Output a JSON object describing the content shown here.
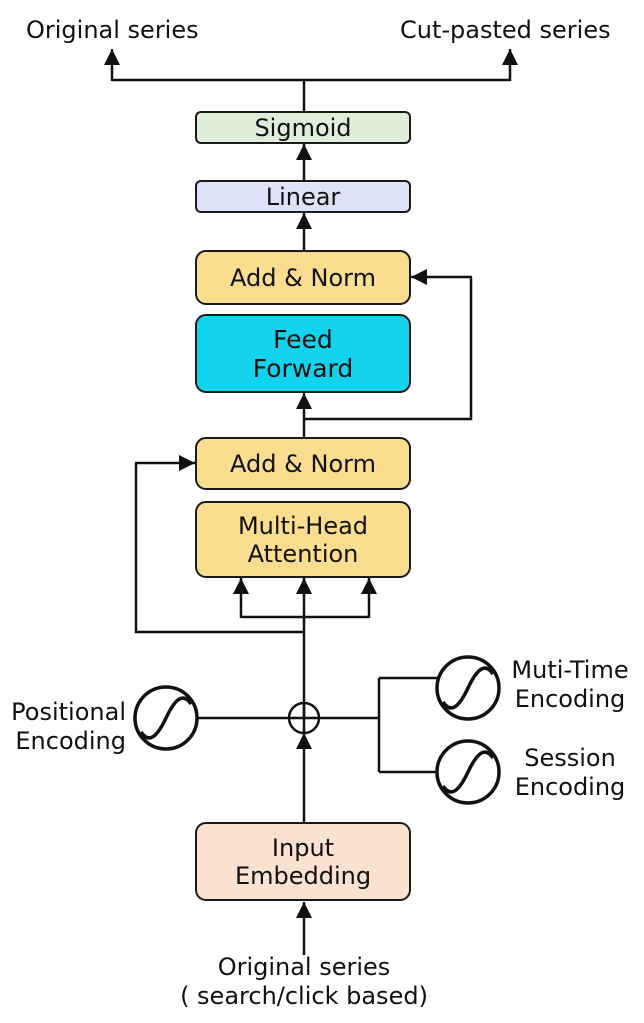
{
  "colors": {
    "sigmoid": "#dfeed8",
    "linear": "#dde2f6",
    "add_norm": "#fbdd8f",
    "feed_forward": "#12d3eb",
    "attention": "#fbdd8f",
    "embedding": "#fbe1d0",
    "line": "#111111"
  },
  "outputs": {
    "left": "Original series",
    "right": "Cut-pasted series"
  },
  "blocks": {
    "sigmoid": "Sigmoid",
    "linear": "Linear",
    "add_norm_top": "Add & Norm",
    "feed_forward": {
      "line1": "Feed",
      "line2": "Forward"
    },
    "add_norm_bottom": "Add & Norm",
    "attention": {
      "line1": "Multi-Head",
      "line2": "Attention"
    },
    "embedding": {
      "line1": "Input",
      "line2": "Embedding"
    }
  },
  "encodings": {
    "positional": {
      "line1": "Positional",
      "line2": "Encoding",
      "icon": "sine-wave-icon"
    },
    "multi_time": {
      "line1": "Muti-Time",
      "line2": "Encoding",
      "icon": "sine-wave-icon"
    },
    "session": {
      "line1": "Session",
      "line2": "Encoding",
      "icon": "sine-wave-icon"
    }
  },
  "input": {
    "line1": "Original series",
    "line2": "( search/click based)"
  },
  "sum_icon": "circle-plus-icon"
}
